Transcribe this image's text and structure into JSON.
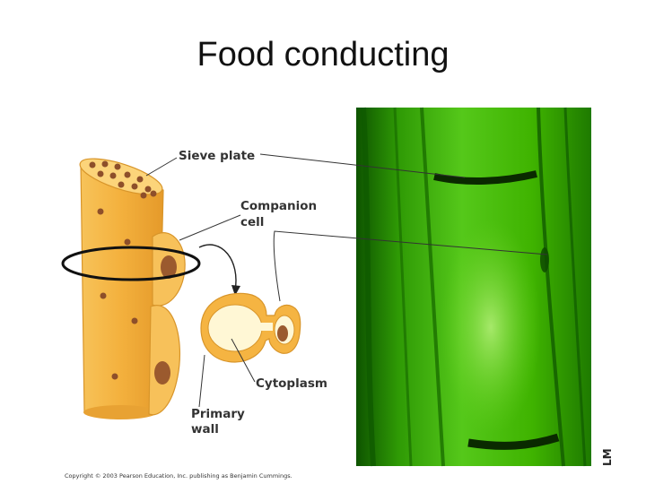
{
  "slide": {
    "title": "Food conducting"
  },
  "diagram": {
    "labels": {
      "sieve_plate": "Sieve plate",
      "companion_line1": "Companion",
      "companion_line2": "cell",
      "cytoplasm": "Cytoplasm",
      "primary_wall_line1": "Primary",
      "primary_wall_line2": "wall"
    },
    "copyright": "Copyright © 2003 Pearson Education, Inc. publishing as Benjamin Cummings.",
    "micrograph_label": "LM",
    "colors": {
      "cell_orange": "#F5B442",
      "nucleus_brown": "#9B5A2E",
      "micrograph_green": "#3FB800"
    }
  }
}
